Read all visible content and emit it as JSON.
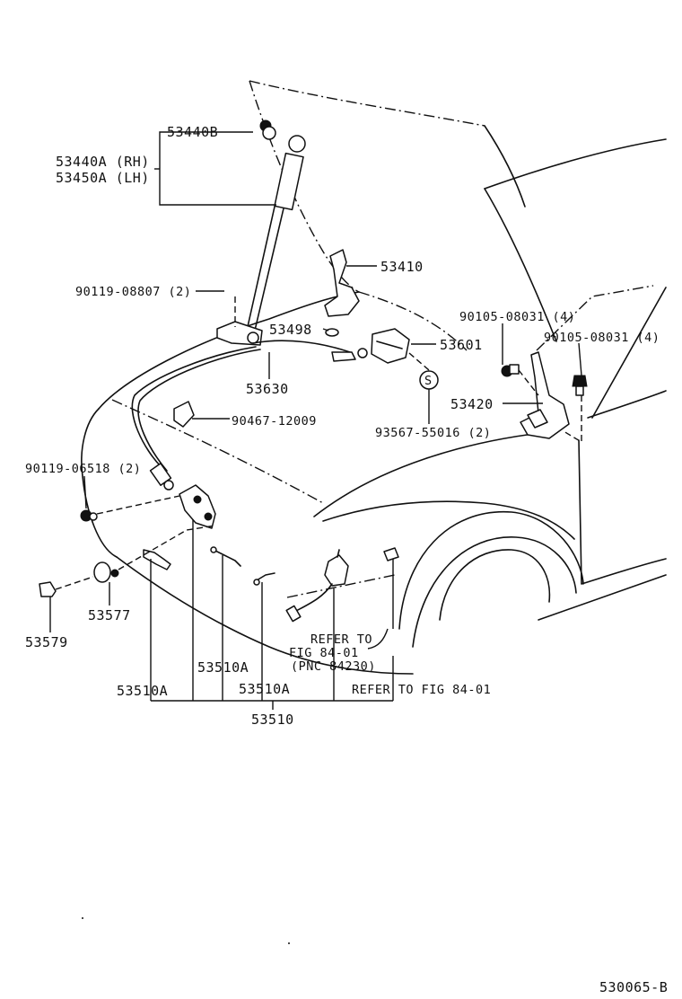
{
  "labels": {
    "p53440b": "53440B",
    "p53440a": "53440A (RH)",
    "p53450a": "53450A (LH)",
    "p53410": "53410",
    "p90119_08807": "90119-08807 (2)",
    "p53498": "53498",
    "p53601": "53601",
    "p90105_a": "90105-08031 (4)",
    "p90105_b": "90105-08031 (4)",
    "p53630": "53630",
    "p53420": "53420",
    "p93567": "93567-55016 (2)",
    "p90467": "90467-12009",
    "p90119_06518": "90119-06518 (2)",
    "p53577": "53577",
    "p53579": "53579",
    "p53510a_1": "53510A",
    "p53510a_2": "53510A",
    "p53510a_3": "53510A",
    "p53510": "53510",
    "refer1_l1": "REFER TO",
    "refer1_l2": "FIG 84-01",
    "refer1_l3": "(PNC 84230)",
    "refer2": "REFER TO FIG 84-01",
    "s_mark": "S",
    "figure_code": "530065-B"
  }
}
